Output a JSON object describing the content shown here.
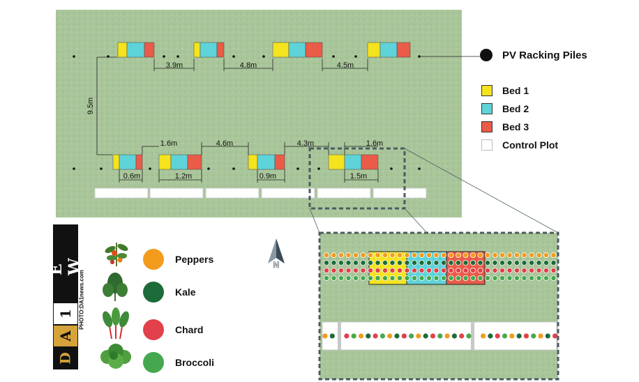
{
  "legend": {
    "pv": "PV Racking Piles",
    "beds": [
      {
        "label": "Bed 1",
        "color": "#f5e31e"
      },
      {
        "label": "Bed 2",
        "color": "#5ed3d9"
      },
      {
        "label": "Bed 3",
        "color": "#ea5b48"
      },
      {
        "label": "Control Plot",
        "color": "#ffffff"
      }
    ]
  },
  "dimensions": {
    "top": [
      "3.9m",
      "4.8m",
      "4.5m"
    ],
    "vertical": "9.5m",
    "bottom_upper": [
      "1.6m",
      "4.6m",
      "4.3m",
      "1.6m"
    ],
    "bottom_lower": [
      "0.6m",
      "1.2m",
      "0.9m",
      "1.5m"
    ]
  },
  "crops": [
    {
      "label": "Peppers",
      "color": "#f39b1d",
      "icon": "pepper-plant-icon"
    },
    {
      "label": "Kale",
      "color": "#1d6b3a",
      "icon": "kale-icon"
    },
    {
      "label": "Chard",
      "color": "#e2404a",
      "icon": "chard-icon"
    },
    {
      "label": "Broccoli",
      "color": "#45a84f",
      "icon": "broccoli-icon"
    }
  ],
  "logo": {
    "letters": [
      "D",
      "A",
      "1",
      "N E W S"
    ]
  },
  "credit": "PHOTO:DA1news.com",
  "north": "N",
  "colors": {
    "grass": "#a9c59a",
    "frame": "#4a5c60",
    "pile": "#111111"
  }
}
